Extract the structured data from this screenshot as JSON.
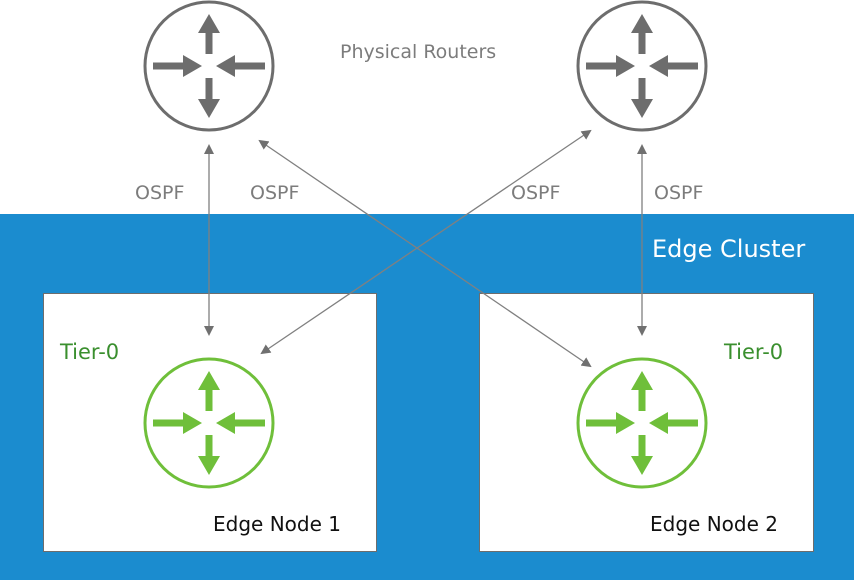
{
  "physical_routers_label": "Physical Routers",
  "edge_cluster_label": "Edge Cluster",
  "links": [
    {
      "label": "OSPF"
    },
    {
      "label": "OSPF"
    },
    {
      "label": "OSPF"
    },
    {
      "label": "OSPF"
    }
  ],
  "edge_nodes": [
    {
      "name": "Edge Node 1",
      "router_label": "Tier-0"
    },
    {
      "name": "Edge Node 2",
      "router_label": "Tier-0"
    }
  ],
  "colors": {
    "cluster_blue": "#1b8ccf",
    "physical_router_gray": "#6d6d6d",
    "tier0_green": "#6fbf3a",
    "link_gray": "#808080"
  },
  "icons": {
    "physical_router": "router-icon",
    "tier0_router": "router-icon"
  }
}
